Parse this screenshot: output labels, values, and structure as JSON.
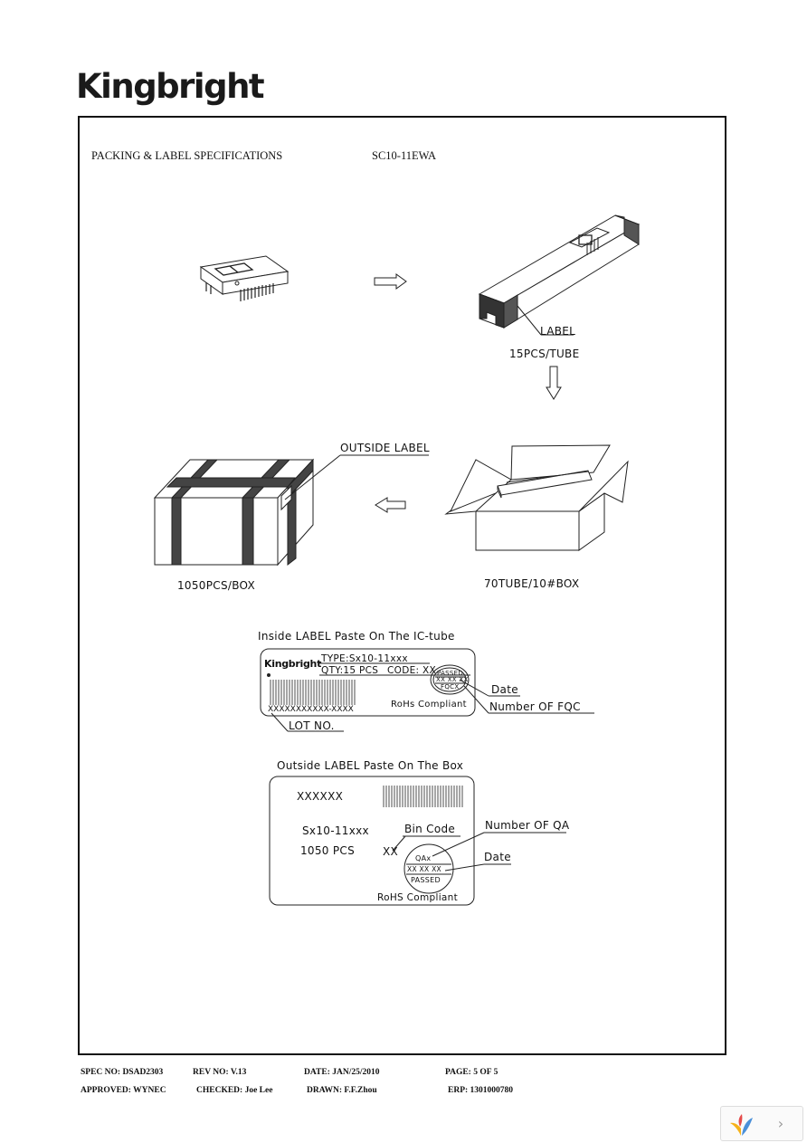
{
  "brand": {
    "logo": "Kingbright"
  },
  "header": {
    "title": "PACKING & LABEL SPECIFICATIONS",
    "part": "SC10-11EWA"
  },
  "diagram": {
    "tube_label": "LABEL",
    "tube_qty": "15PCS/TUBE",
    "outside_label": "OUTSIDE  LABEL",
    "box_qty": "1050PCS/BOX",
    "tube_box": "70TUBE/10#BOX"
  },
  "inside_label": {
    "title": "Inside LABEL Paste On The IC-tube",
    "brand": "Kingbright",
    "type": "TYPE:Sx10-11xxx",
    "qty": "QTY:15  PCS",
    "code": "CODE:  XX",
    "stamp_top": "PASSED",
    "stamp_mid": "XX XX XX",
    "stamp_bot": "FQCX",
    "serial": "XXXXXXXXXXX-XXXX",
    "rohs": "RoHs Compliant",
    "lot": "LOT NO.",
    "date": "Date",
    "fqc": "Number  OF  FQC"
  },
  "outside_box_label": {
    "title": "Outside LABEL Paste On The Box",
    "code": "XXXXXX",
    "type": "Sx10-11xxx",
    "qty": "1050  PCS",
    "bin": "XX",
    "bin_label": "Bin Code",
    "qa_label": "Number  OF  QA",
    "date": "Date",
    "stamp_top": "QAx",
    "stamp_mid": "XX  XX  XX",
    "stamp_bot": "PASSED",
    "rohs": "RoHS Compliant"
  },
  "footer": {
    "spec": "SPEC NO: DSAD2303",
    "rev": "REV NO: V.13",
    "date": "DATE: JAN/25/2010",
    "page": "PAGE:  5  OF 5",
    "approved": "APPROVED: WYNEC",
    "checked": "CHECKED: Joe Lee",
    "drawn": "DRAWN: F.F.Zhou",
    "erp": "ERP: 1301000780"
  }
}
